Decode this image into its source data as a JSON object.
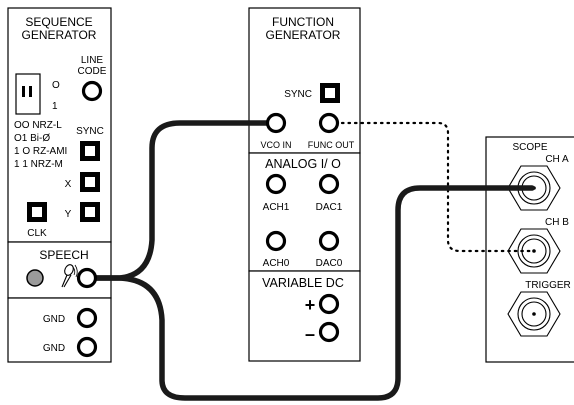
{
  "sequence_generator": {
    "title_line1": "SEQUENCE",
    "title_line2": "GENERATOR",
    "switch_o": "O",
    "switch_1": "1",
    "line_code_line1": "LINE",
    "line_code_line2": "CODE",
    "codes": [
      "OO NRZ-L",
      "O1 Bi-Ø",
      "1 O RZ-AMI",
      "1 1 NRZ-M"
    ],
    "sync": "SYNC",
    "x": "X",
    "y": "Y",
    "clk": "CLK"
  },
  "speech": {
    "title": "SPEECH"
  },
  "gnd": {
    "label1": "GND",
    "label2": "GND"
  },
  "function_generator": {
    "title_line1": "FUNCTION",
    "title_line2": "GENERATOR",
    "sync": "SYNC",
    "vco_in": "VCO IN",
    "func_out": "FUNC OUT"
  },
  "analog_io": {
    "title": "ANALOG I/ O",
    "ach1": "ACH1",
    "dac1": "DAC1",
    "ach0": "ACH0",
    "dac0": "DAC0"
  },
  "variable_dc": {
    "title": "VARIABLE DC",
    "plus": "+",
    "minus": "–"
  },
  "scope": {
    "title": "SCOPE",
    "cha": "CH A",
    "chb": "CH B",
    "trigger": "TRIGGER"
  },
  "colors": {
    "panel_fill": "#ffffff",
    "line": "#000000",
    "wire": "#1a1a1a",
    "jack_fill": "#9a9a9a"
  },
  "connections": [
    {
      "from": "speech-output-jack",
      "to": "vco-in-jack",
      "style": "solid"
    },
    {
      "from": "speech-output-jack",
      "to": "scope-cha-jack",
      "style": "solid"
    },
    {
      "from": "func-out-jack",
      "to": "scope-chb-jack",
      "style": "dotted"
    }
  ]
}
